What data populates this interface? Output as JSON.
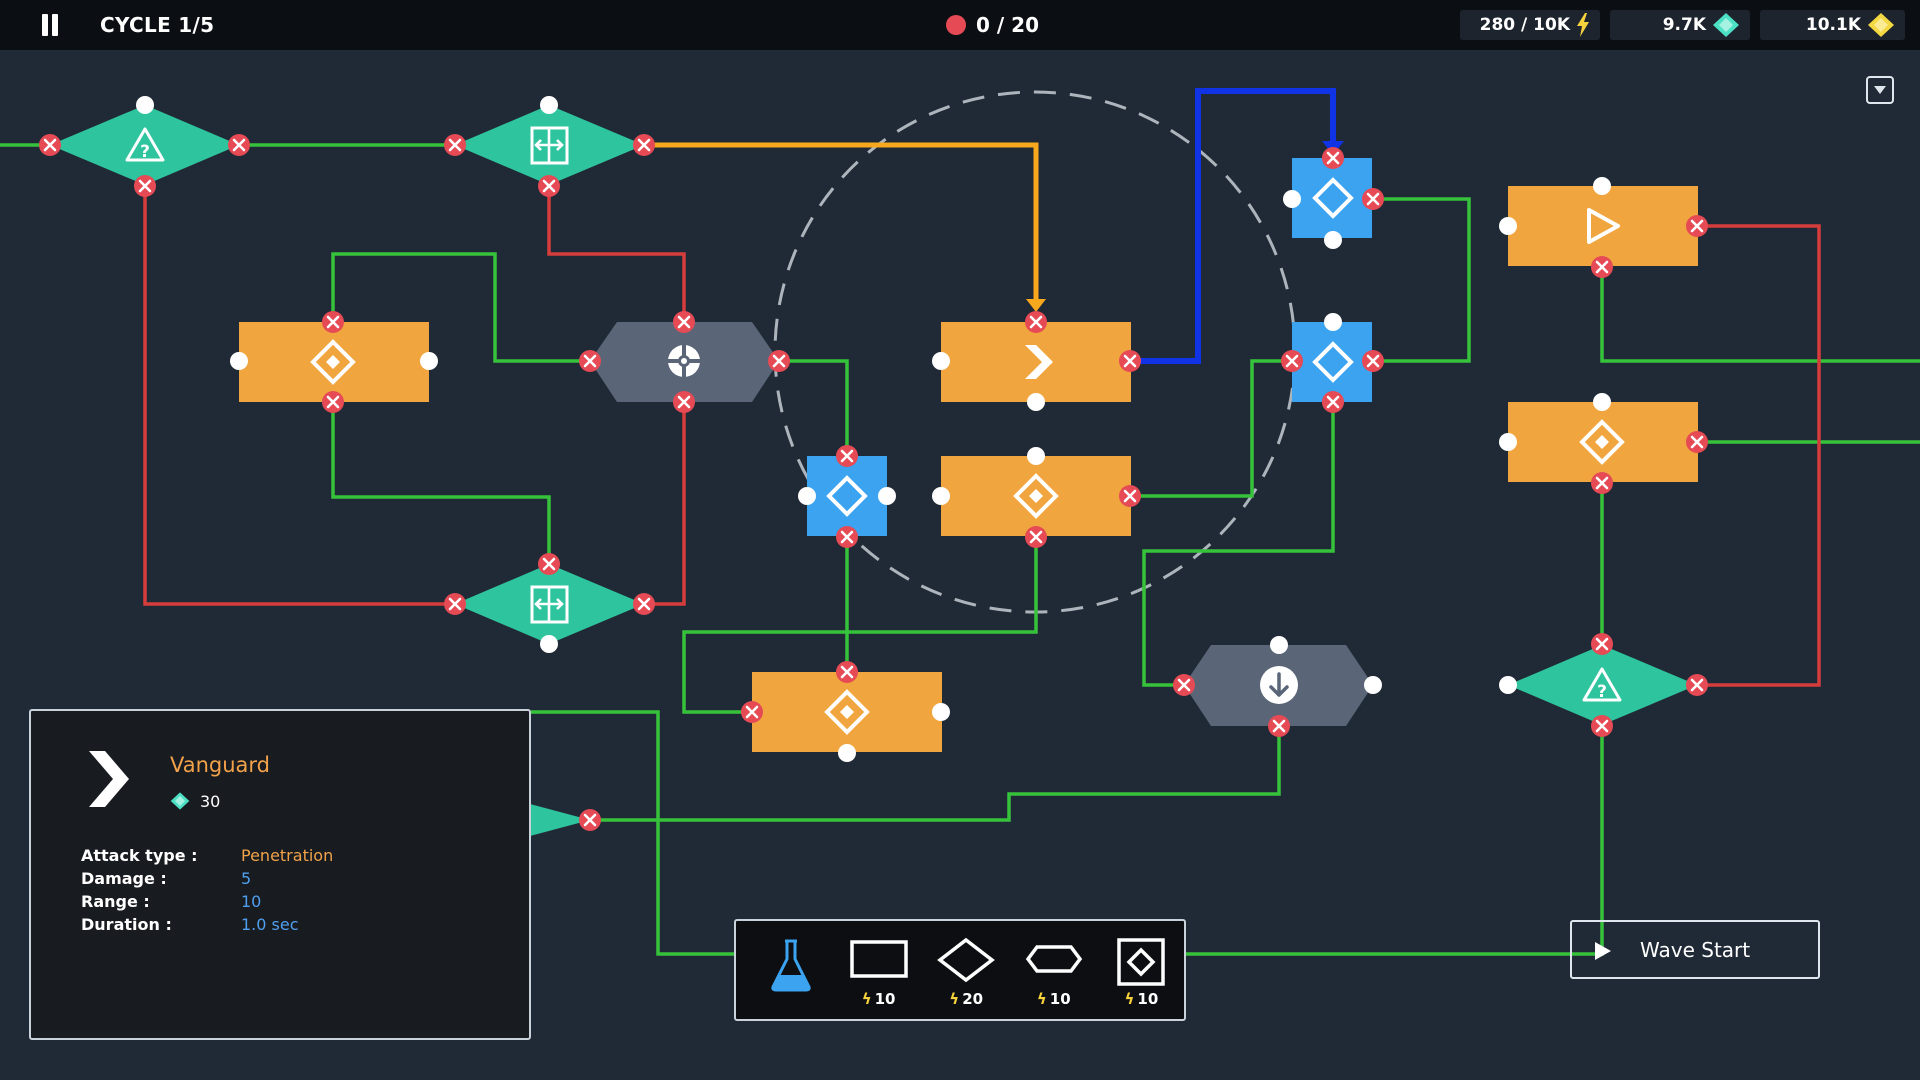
{
  "hud": {
    "cycle": "CYCLE 1/5",
    "wave_progress": "0 / 20",
    "energy": "280 / 10K",
    "crystal": "9.7K",
    "gold": "10.1K"
  },
  "info_panel": {
    "name": "Vanguard",
    "cost": "30",
    "stats": [
      {
        "label": "Attack type :",
        "value": "Penetration"
      },
      {
        "label": "Damage :",
        "value": "5"
      },
      {
        "label": "Range :",
        "value": "10"
      },
      {
        "label": "Duration :",
        "value": "1.0 sec"
      }
    ]
  },
  "toolbar": {
    "tools": [
      {
        "name": "flask",
        "cost": ""
      },
      {
        "name": "rectangle",
        "cost": "10"
      },
      {
        "name": "diamond",
        "cost": "20"
      },
      {
        "name": "hexagon",
        "cost": "10"
      },
      {
        "name": "square",
        "cost": "10"
      }
    ]
  },
  "wave_start": {
    "label": "Wave Start"
  },
  "colors": {
    "background": "#202a36",
    "orange_node": "#f0a53f",
    "teal_node": "#2ec49e",
    "blue_node": "#3ba3f0",
    "gray_node": "#5a6577",
    "wire_green": "#37c23c",
    "wire_red": "#d63c3c",
    "wire_orange": "#f8a81c",
    "wire_blue": "#1033e6",
    "port_red": "#e64a55",
    "energy": "#f6d23c",
    "crystal": "#4ce0c4",
    "gold": "#f4d842"
  }
}
